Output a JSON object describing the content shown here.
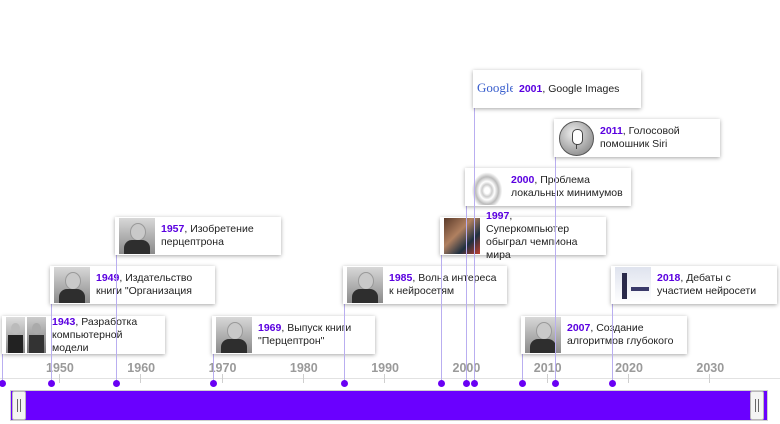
{
  "axis": {
    "ticks": [
      "1950",
      "1960",
      "1970",
      "1980",
      "1990",
      "2000",
      "2010",
      "2020",
      "2030"
    ]
  },
  "events": [
    {
      "year": "1943",
      "text": ", Разработка компьютерной модели",
      "icon": "portrait-pair-thumbnail"
    },
    {
      "year": "1949",
      "text": ", Издательство книги \"Организация",
      "icon": "portrait-thumbnail"
    },
    {
      "year": "1957",
      "text": ", Изобретение перцептрона",
      "icon": "portrait-thumbnail"
    },
    {
      "year": "1969",
      "text": ", Выпуск книги \"Перцептрон\"",
      "icon": "portrait-thumbnail"
    },
    {
      "year": "1985",
      "text": ", Волна интереса к нейросетям",
      "icon": "portrait-thumbnail"
    },
    {
      "year": "1997",
      "text": ", Суперкомпьютер обыграл чемпиона мира",
      "icon": "chess-photo-thumbnail"
    },
    {
      "year": "2000",
      "text": ", Проблема локальных минимумов",
      "icon": "surface-plot-thumbnail"
    },
    {
      "year": "2001",
      "text": ", Google Images",
      "icon": "google-logo-thumbnail",
      "logo_text": "Google"
    },
    {
      "year": "2007",
      "text": ", Создание алгоритмов глубокого",
      "icon": "portrait-thumbnail"
    },
    {
      "year": "2011",
      "text": ", Голосовой помошник Siri",
      "icon": "siri-microphone-thumbnail"
    },
    {
      "year": "2018",
      "text": ", Дебаты с участием нейросети",
      "icon": "debate-stage-thumbnail"
    }
  ],
  "colors": {
    "accent": "#6a00ff",
    "year_text": "#5a00e0",
    "stem": "#b9aef0",
    "axis_label": "#9a9a9a"
  }
}
